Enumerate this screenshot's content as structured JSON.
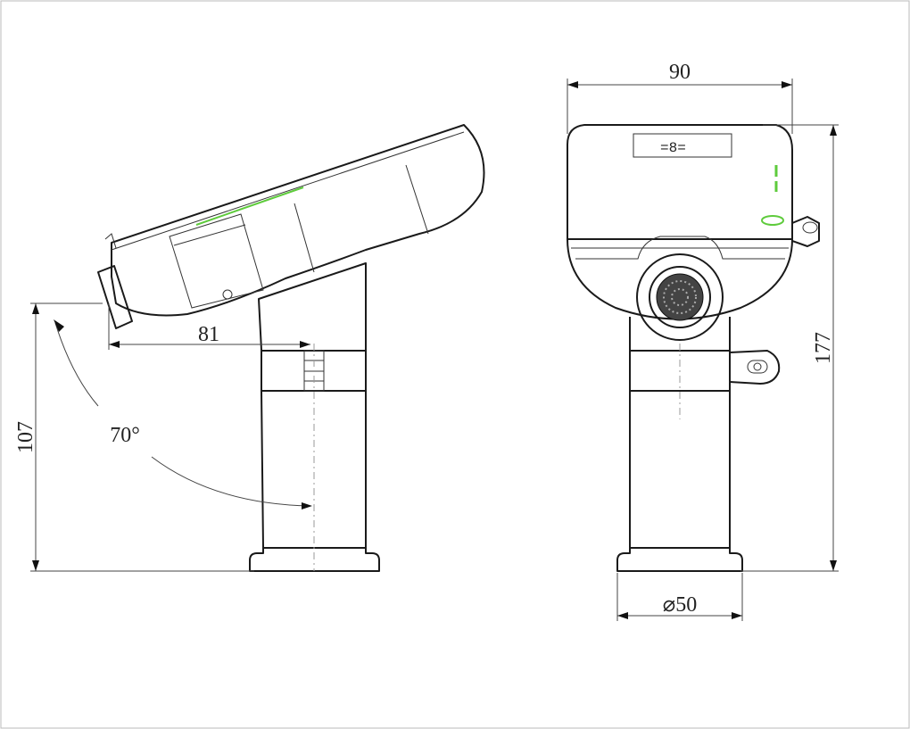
{
  "diagram": {
    "dimensions": {
      "spout_reach": "81",
      "side_height": "107",
      "spout_angle": "70°",
      "front_width": "90",
      "total_height": "177",
      "base_diameter": "⌀50"
    },
    "colors": {
      "line": "#1a1a1a",
      "indicator_green": "#5ecb3c",
      "background": "#ffffff"
    }
  }
}
